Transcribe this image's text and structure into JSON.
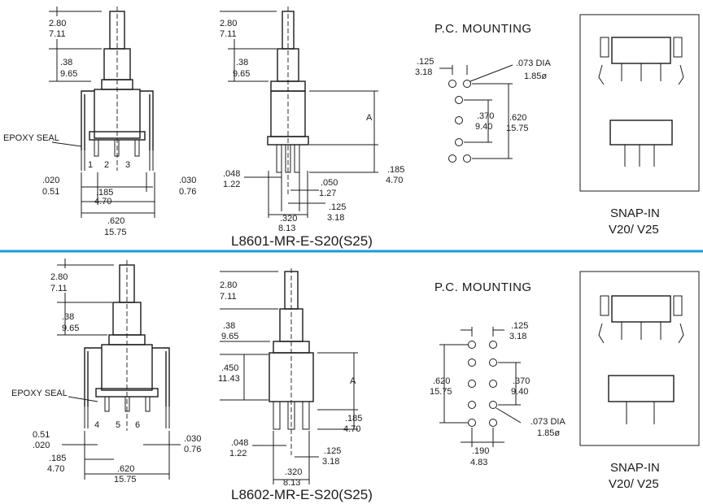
{
  "separator_color": "#1a9bd7",
  "top": {
    "part_number": "L8601-MR-E-S20(S25)",
    "epoxy_label": "EPOXY SEAL",
    "pins": [
      "1",
      "2",
      "3"
    ],
    "front": {
      "d1_in": "2.80",
      "d1_mm": "7.11",
      "d2_in": ".38",
      "d2_mm": "9.65",
      "d3_in": ".020",
      "d3_mm": "0.51",
      "d4_in": ".185",
      "d4_mm": "4.70",
      "d5_in": ".030",
      "d5_mm": "0.76",
      "d6_in": ".620",
      "d6_mm": "15.75"
    },
    "side": {
      "d1_in": "2.80",
      "d1_mm": "7.11",
      "d2_in": ".38",
      "d2_mm": "9.65",
      "a_label": "A",
      "d3_in": ".185",
      "d3_mm": "4.70",
      "d4_in": ".048",
      "d4_mm": "1.22",
      "d5_in": ".050",
      "d5_mm": "1.27",
      "d6_in": ".125",
      "d6_mm": "3.18",
      "d7_in": ".320",
      "d7_mm": "8.13"
    },
    "pc": {
      "title": "P.C. MOUNTING",
      "spacing_in": ".125",
      "spacing_mm": "3.18",
      "dia_in": ".073 DIA",
      "dia_mm": "1.85ø",
      "inner_in": ".370",
      "inner_mm": "9.40",
      "outer_in": ".620",
      "outer_mm": "15.75"
    },
    "snap": {
      "line1": "SNAP-IN",
      "line2": "V20/ V25"
    }
  },
  "bottom": {
    "part_number": "L8602-MR-E-S20(S25)",
    "epoxy_label": "EPOXY SEAL",
    "pins": [
      "4",
      "5",
      "6"
    ],
    "front": {
      "d1_in": "2.80",
      "d1_mm": "7.11",
      "d2_in": ".38",
      "d2_mm": "9.65",
      "d3_in": "0.51",
      "d3_mm": ".020",
      "d4_in": ".185",
      "d4_mm": "4.70",
      "d5_in": ".030",
      "d5_mm": "0.76",
      "d6_in": ".620",
      "d6_mm": "15.75"
    },
    "side": {
      "d1_in": "2.80",
      "d1_mm": "7.11",
      "d2_in": ".38",
      "d2_mm": "9.65",
      "d8_in": ".450",
      "d8_mm": "11.43",
      "a_label": "A",
      "d3_in": ".185",
      "d3_mm": "4.70",
      "d4_in": ".048",
      "d4_mm": "1.22",
      "d6_in": ".125",
      "d6_mm": "3.18",
      "d7_in": ".320",
      "d7_mm": "8.13"
    },
    "pc": {
      "title": "P.C. MOUNTING",
      "spacing_in": ".125",
      "spacing_mm": "3.18",
      "dia_in": ".073 DIA",
      "dia_mm": "1.85ø",
      "inner_in": ".370",
      "inner_mm": "9.40",
      "outer_in": ".620",
      "outer_mm": "15.75",
      "bot_in": ".190",
      "bot_mm": "4.83"
    },
    "snap": {
      "line1": "SNAP-IN",
      "line2": "V20/ V25"
    }
  }
}
